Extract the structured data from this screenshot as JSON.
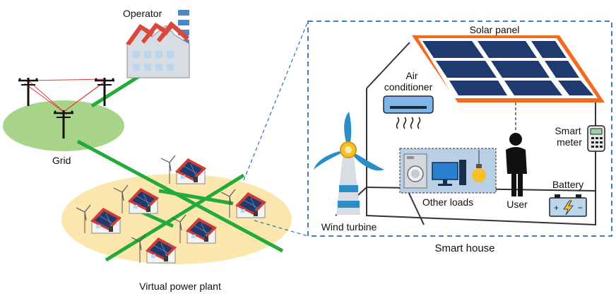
{
  "labels": {
    "operator": "Operator",
    "grid": "Grid",
    "virtual_power_plant": "Virtual power plant",
    "smart_house": "Smart house",
    "solar_panel": "Solar panel",
    "air_conditioner_line1": "Air",
    "air_conditioner_line2": "conditioner",
    "smart_meter_line1": "Smart",
    "smart_meter_line2": "meter",
    "battery": "Battery",
    "user": "User",
    "other_loads": "Other loads",
    "wind_turbine": "Wind turbine"
  },
  "colors": {
    "green_line": "#22aa3a",
    "grid_circle": "#a8d48a",
    "vpp_ellipse": "#fbe7ae",
    "solar_frame": "#f26b21",
    "solar_cell": "#1f3a6e",
    "wind_blade": "#2b8fc6",
    "dashed_border": "#2e6fb5",
    "roof_red": "#d8483c",
    "loads_box": "#b9cfe6"
  },
  "icons": {
    "factory": "factory-icon",
    "pylon": "transmission-tower-icon",
    "house": "house-solar-icon",
    "wind": "wind-turbine-icon",
    "ac": "air-conditioner-icon",
    "meter": "smart-meter-icon",
    "battery": "battery-icon",
    "user": "person-icon",
    "washer": "washing-machine-icon",
    "computer": "computer-icon",
    "bulb": "light-bulb-icon"
  }
}
